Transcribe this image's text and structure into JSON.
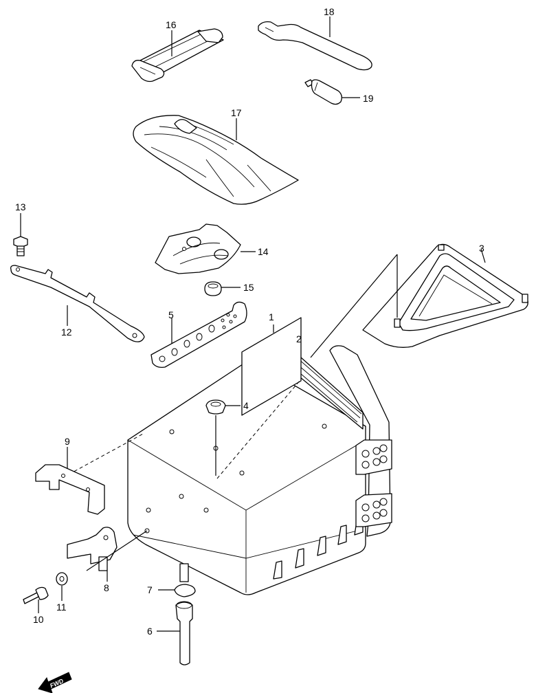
{
  "callouts": [
    "1",
    "2",
    "3",
    "4",
    "5",
    "6",
    "7",
    "8",
    "9",
    "10",
    "11",
    "12",
    "13",
    "14",
    "15",
    "16",
    "17",
    "18",
    "19"
  ],
  "fwd_label": "FWD"
}
